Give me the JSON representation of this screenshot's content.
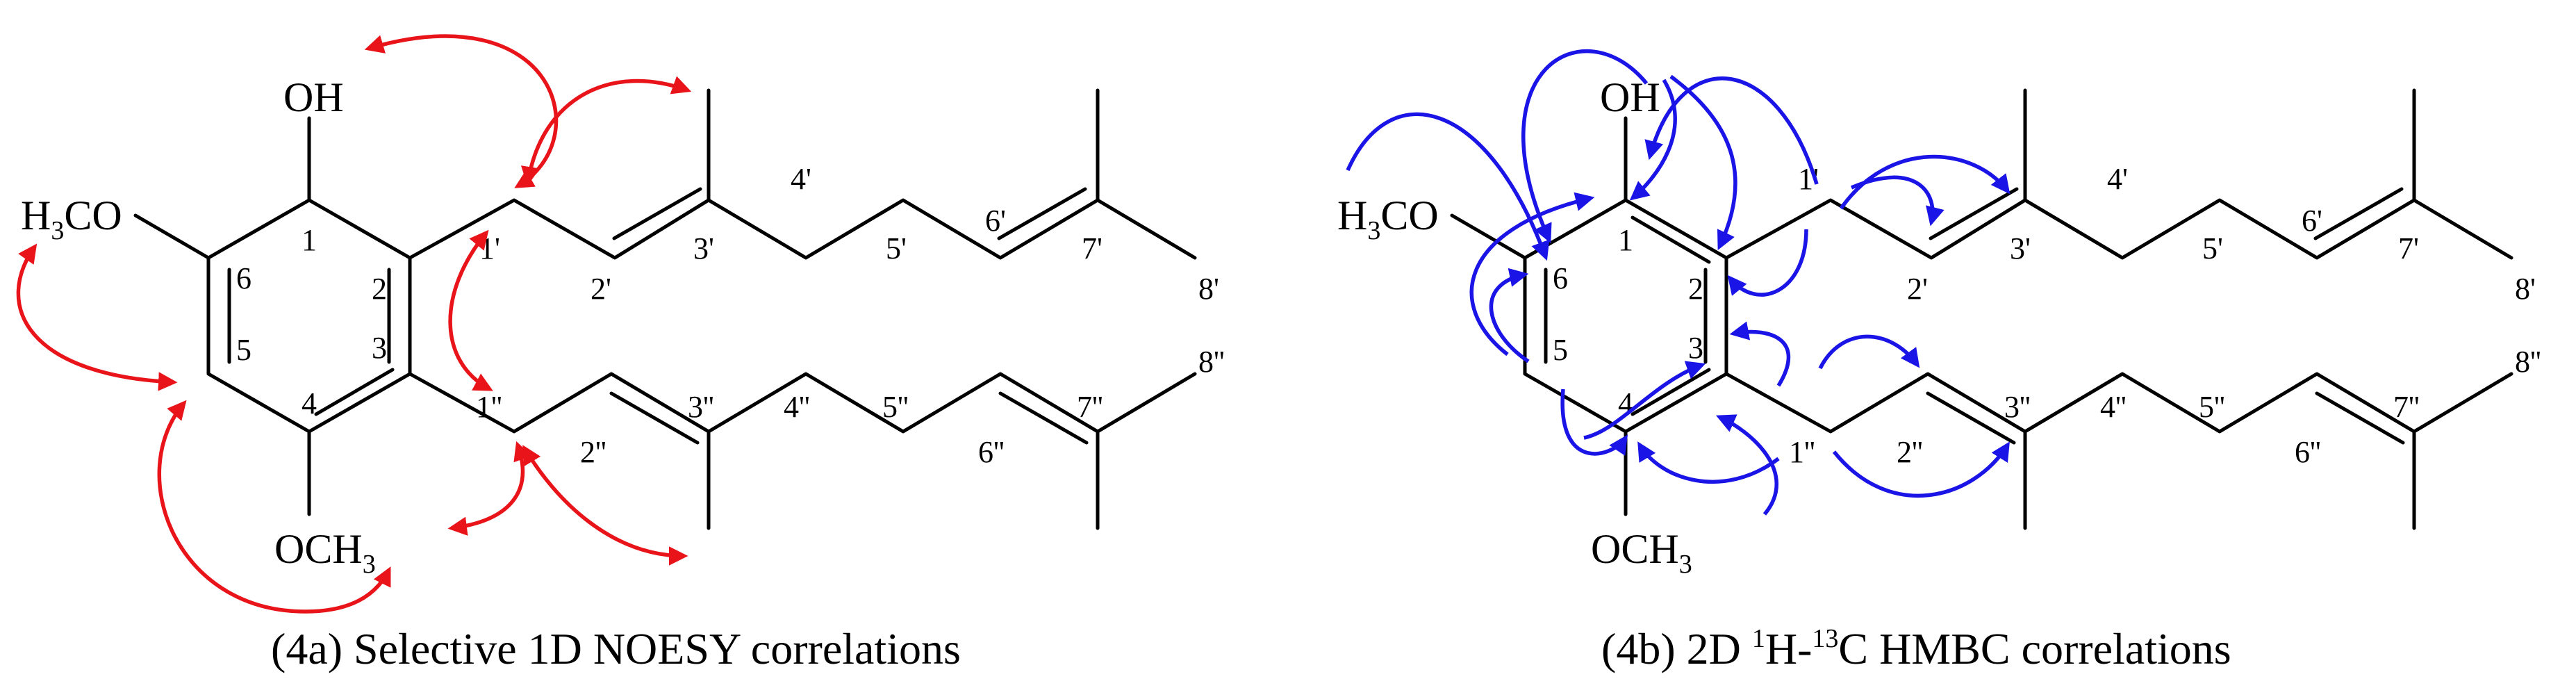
{
  "panel_a": {
    "caption": "(4a) Selective 1D NOESY correlations",
    "atoms": {
      "oh": "OH",
      "h3co_h": "H",
      "h3co_3": "3",
      "h3co_rest": "CO",
      "och3_main": "OCH",
      "och3_3": "3"
    },
    "numbers": {
      "n1": "1",
      "n2": "2",
      "n3": "3",
      "n4": "4",
      "n5": "5",
      "n6": "6",
      "p1": "1'",
      "p2": "2'",
      "p3": "3'",
      "p4": "4'",
      "p5": "5'",
      "p6": "6'",
      "p7": "7'",
      "p8": "8'",
      "d1": "1''",
      "d2": "2''",
      "d3": "3''",
      "d4": "4''",
      "d5": "5''",
      "d6": "6''",
      "d7": "7''",
      "d8": "8''"
    },
    "arrow_color": "#e8141a"
  },
  "panel_b": {
    "caption_prefix": "(4b) 2D ",
    "caption_sup1": "1",
    "caption_mid": "H-",
    "caption_sup2": "13",
    "caption_suffix": "C HMBC correlations",
    "atoms": {
      "oh": "OH",
      "h3co_h": "H",
      "h3co_3": "3",
      "h3co_rest": "CO",
      "och3_main": "OCH",
      "och3_3": "3"
    },
    "numbers": {
      "n1": "1",
      "n2": "2",
      "n3": "3",
      "n4": "4",
      "n5": "5",
      "n6": "6",
      "p1": "1'",
      "p2": "2'",
      "p3": "3'",
      "p4": "4'",
      "p5": "5'",
      "p6": "6'",
      "p7": "7'",
      "p8": "8'",
      "d1": "1''",
      "d2": "2''",
      "d3": "3''",
      "d4": "4''",
      "d5": "5''",
      "d6": "6''",
      "d7": "7''",
      "d8": "8''"
    },
    "arrow_color": "#1a14e6"
  }
}
